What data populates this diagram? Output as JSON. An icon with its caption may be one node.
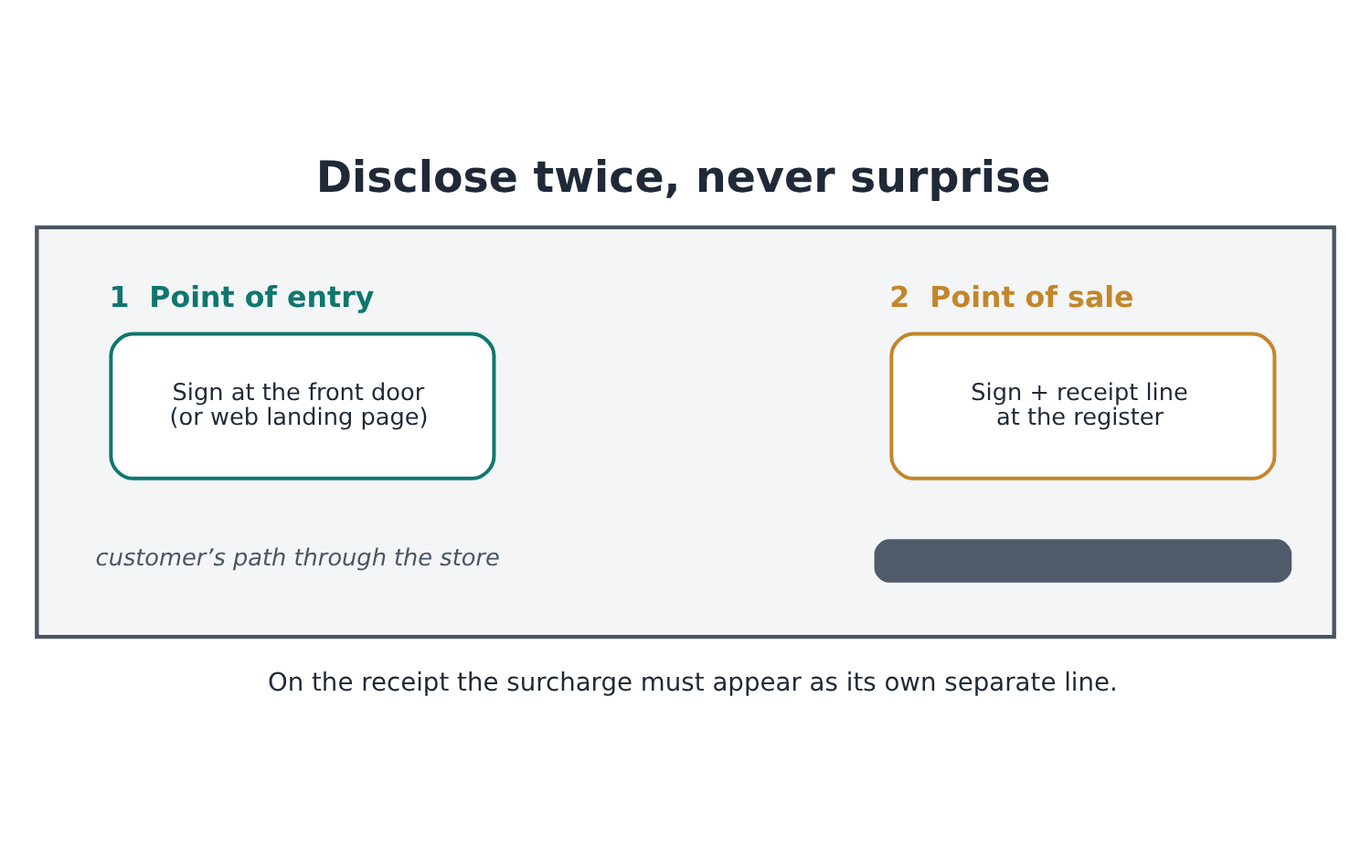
{
  "diagram": {
    "title": "Disclose twice, never surprise",
    "caption": "On the receipt the surcharge must appear as its own separate line.",
    "nodes": [
      {
        "text": [],
        "shape": "box"
      },
      {
        "text": [
          "1  Point of entry",
          "Sign at the front door (or web landing page)"
        ],
        "in": 0
      },
      {
        "text": [
          "2  Point of sale",
          "Sign + receipt line at the register"
        ],
        "in": 0
      },
      {
        "text": [],
        "shape": "bar",
        "in": 0
      }
    ],
    "labels": [
      "customer’s path through the store"
    ]
  }
}
